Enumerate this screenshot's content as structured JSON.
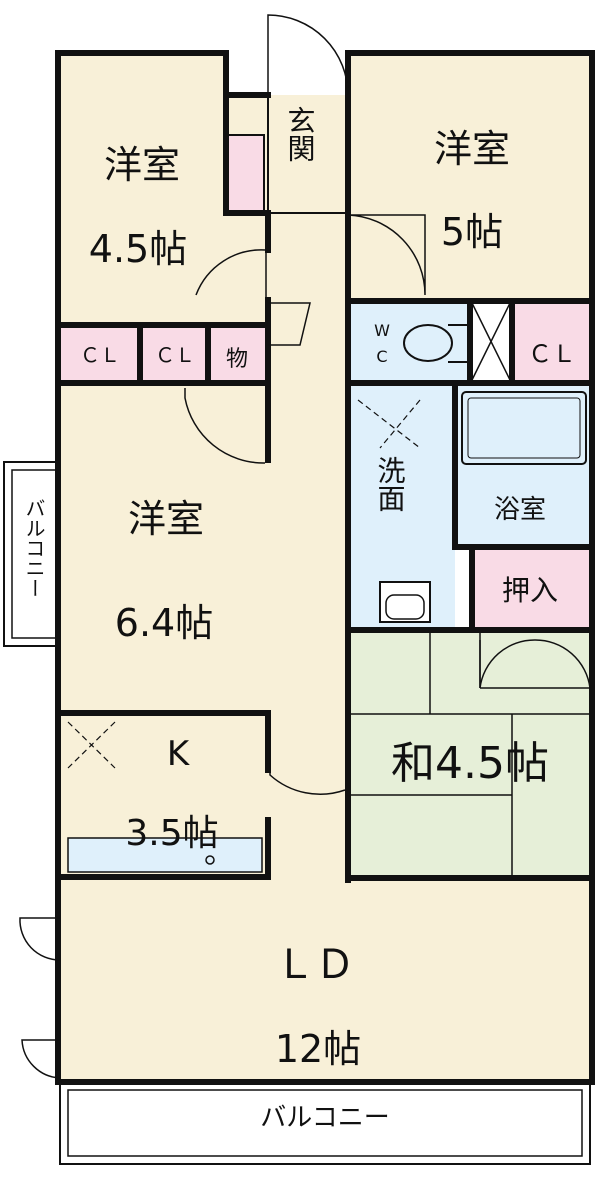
{
  "rooms": {
    "western_room_1": {
      "name": "洋室",
      "size": "4.5帖"
    },
    "western_room_2": {
      "name": "洋室",
      "size": "5帖"
    },
    "western_room_3": {
      "name": "洋室",
      "size": "6.4帖"
    },
    "kitchen": {
      "name": "K",
      "size": "3.5帖"
    },
    "japanese_room": {
      "label": "和4.5帖"
    },
    "living_dining": {
      "name": "ＬＤ",
      "size": "12帖"
    }
  },
  "fixtures": {
    "entrance": "玄関",
    "closet_1": "ＣＬ",
    "closet_2": "ＣＬ",
    "closet_3": "ＣＬ",
    "storage": "物",
    "toilet_w": "W",
    "toilet_c": "C",
    "washroom": "洗面",
    "bathroom": "浴室",
    "oshiire": "押入",
    "balcony_side": "バルコニー",
    "balcony_bottom": "バルコニー"
  },
  "colors": {
    "room_fill": "#f8f0d8",
    "wet_area_fill": "#dff0fb",
    "japanese_fill": "#e6efd8",
    "storage_fill": "#f9dbe6",
    "wall": "#111111"
  }
}
